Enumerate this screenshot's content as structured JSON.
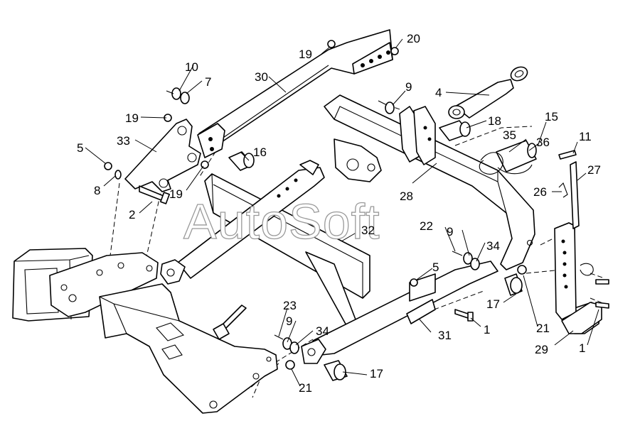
{
  "watermark": "AutoSoft",
  "callouts": {
    "c1a": "1",
    "c1b": "1",
    "c2": "2",
    "c4": "4",
    "c5a": "5",
    "c5b": "5",
    "c7": "7",
    "c8": "8",
    "c9a": "9",
    "c9b": "9",
    "c9c": "9",
    "c10": "10",
    "c11": "11",
    "c15": "15",
    "c16": "16",
    "c17a": "17",
    "c17b": "17",
    "c18": "18",
    "c19a": "19",
    "c19b": "19",
    "c19c": "19",
    "c20": "20",
    "c21a": "21",
    "c21b": "21",
    "c22": "22",
    "c23": "23",
    "c26": "26",
    "c27": "27",
    "c28": "28",
    "c29": "29",
    "c30": "30",
    "c31": "31",
    "c32": "32",
    "c33": "33",
    "c34a": "34",
    "c34b": "34",
    "c35": "35",
    "c36": "36"
  }
}
